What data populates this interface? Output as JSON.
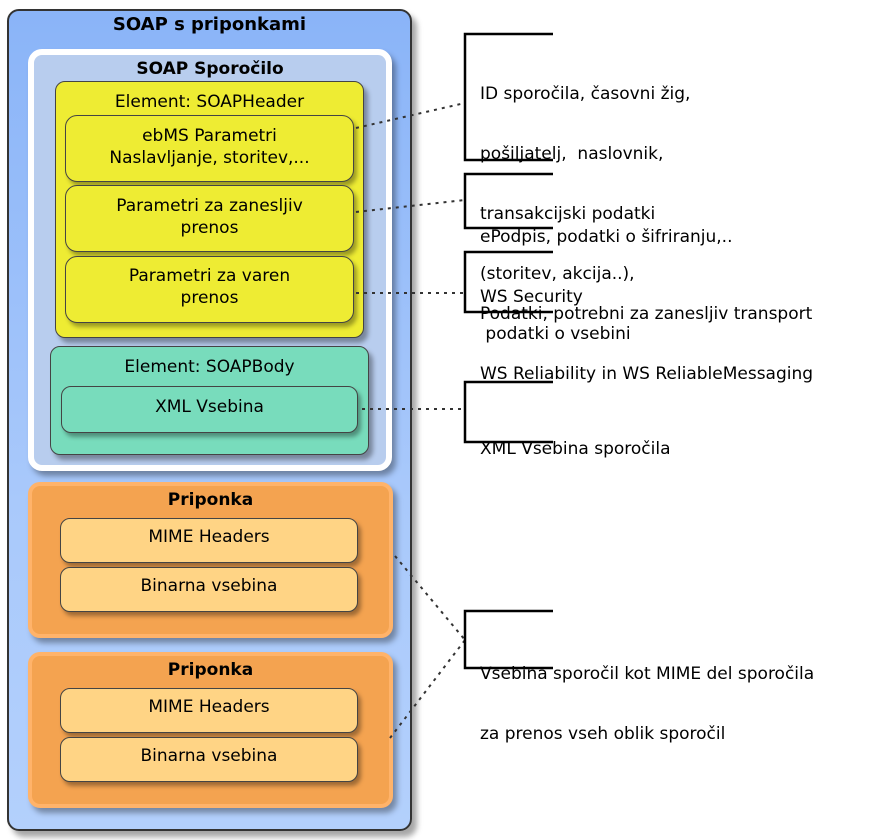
{
  "diagram": {
    "envelope_title": "SOAP s priponkami",
    "message_title": "SOAP Sporočilo",
    "header": {
      "label": "Element: SOAPHeader",
      "items": [
        {
          "line1": "ebMS Parametri",
          "line2": "Naslavljanje, storitev,..."
        },
        {
          "line1": "Parametri za zanesljiv",
          "line2": "prenos"
        },
        {
          "line1": "Parametri za varen",
          "line2": "prenos"
        }
      ]
    },
    "body": {
      "label": "Element: SOAPBody",
      "content": "XML Vsebina"
    },
    "attachments": [
      {
        "title": "Priponka",
        "headers": "MIME Headers",
        "content": "Binarna vsebina"
      },
      {
        "title": "Priponka",
        "headers": "MIME Headers",
        "content": "Binarna vsebina"
      }
    ],
    "notes": [
      {
        "lines": [
          "ID sporočila, časovni žig,",
          "pošiljatelj,  naslovnik,",
          "transakcijski podatki",
          "(storitev, akcija..),",
          " podatki o vsebini"
        ]
      },
      {
        "lines": [
          "ePodpis, podatki o šifriranju,..",
          "WS Security"
        ]
      },
      {
        "lines": [
          "Podatki, potrebni za zanesljiv transport",
          "WS Reliability in WS ReliableMessaging"
        ]
      },
      {
        "lines": [
          "XML Vsebina sporočila"
        ]
      },
      {
        "lines": [
          "Vsebina sporočil kot MIME del sporočila",
          "za prenos vseh oblik sporočil"
        ]
      }
    ]
  }
}
